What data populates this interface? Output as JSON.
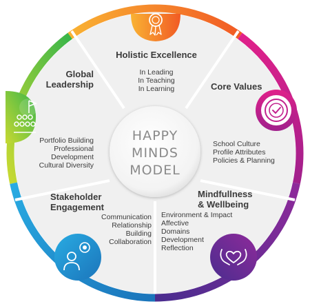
{
  "diagram": {
    "center": {
      "lines": [
        "HAPPY",
        "MINDS",
        "MODEL"
      ]
    },
    "segments": [
      {
        "id": "holistic",
        "title_lines": [
          "Holistic Excellence"
        ],
        "items": [
          "In Leading",
          "In Teaching",
          "In Learning"
        ],
        "color": "#f7931e",
        "icon": "award-ribbon-icon"
      },
      {
        "id": "core",
        "title_lines": [
          "Core Values"
        ],
        "items": [
          "School Culture",
          "Profile Attributes",
          "Policies & Planning"
        ],
        "color": "#c2218e",
        "icon": "target-badge-icon"
      },
      {
        "id": "mind",
        "title_lines": [
          "Mindfullness",
          "& Wellbeing"
        ],
        "items": [
          "Environment & Impact",
          "Affective",
          "Domains",
          "Development",
          "Reflection"
        ],
        "color": "#6a2c91",
        "icon": "hands-heart-icon"
      },
      {
        "id": "stake",
        "title_lines": [
          "Stakeholder",
          "Engagement"
        ],
        "items": [
          "Communication",
          "Relationship",
          "Building",
          "Collaboration"
        ],
        "color": "#1fa3d4",
        "icon": "person-target-icon"
      },
      {
        "id": "global",
        "title_lines": [
          "Global",
          "Leadership"
        ],
        "items": [
          "Portfolio Building",
          "Professional",
          "Development",
          "Cultural Diversity"
        ],
        "color": "#8cc63f",
        "icon": "team-flag-icon"
      }
    ]
  }
}
